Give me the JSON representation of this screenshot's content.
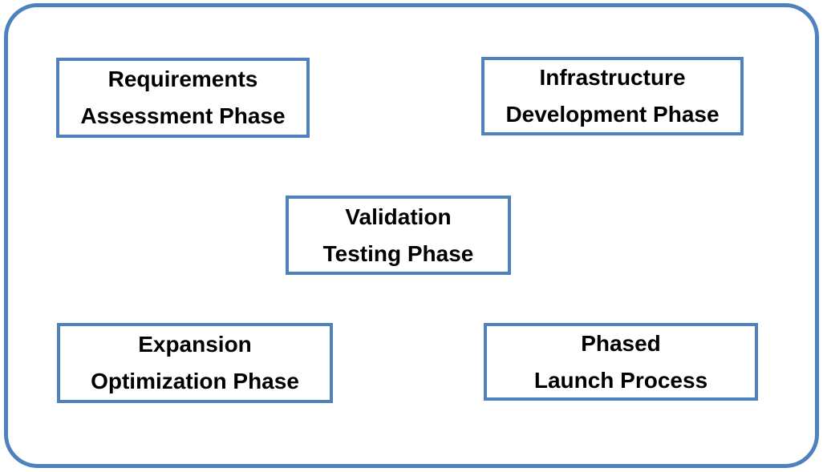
{
  "diagram": {
    "accent_color": "#4F81BD",
    "background_color": "#FFFFFF",
    "text_color": "#000000",
    "boxes": [
      {
        "id": "requirements-assessment-phase",
        "line1": "Requirements",
        "line2": "Assessment Phase"
      },
      {
        "id": "infrastructure-development-phase",
        "line1": "Infrastructure",
        "line2": "Development Phase"
      },
      {
        "id": "validation-testing-phase",
        "line1": "Validation",
        "line2": "Testing Phase"
      },
      {
        "id": "expansion-optimization-phase",
        "line1": "Expansion",
        "line2": "Optimization Phase"
      },
      {
        "id": "phased-launch-process",
        "line1": "Phased",
        "line2": "Launch Process"
      }
    ]
  }
}
